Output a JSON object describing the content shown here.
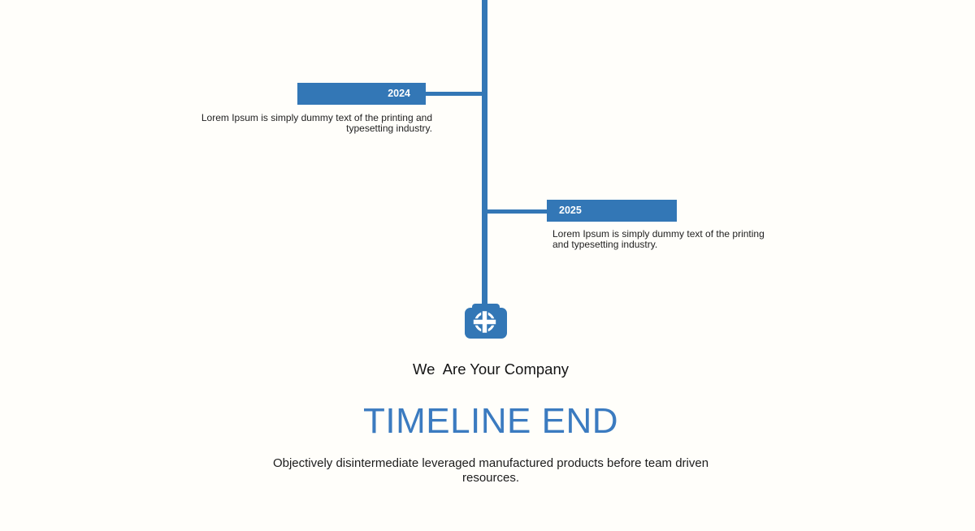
{
  "colors": {
    "accent_blue": "#3377b6",
    "title_blue": "#3b7bc0",
    "background": "#fffefa",
    "year_text": "#ffffff",
    "body_text": "#1f1f1f"
  },
  "timeline": {
    "events": [
      {
        "year": "2024",
        "side": "left",
        "desc_line1": "Lorem Ipsum is simply dummy text of the printing and",
        "desc_line2": "typesetting industry."
      },
      {
        "year": "2025",
        "side": "right",
        "desc_line1": "Lorem Ipsum is simply dummy text of the printing",
        "desc_line2": "and typesetting industry."
      }
    ],
    "end_icon": "first-aid-kit-icon"
  },
  "footer": {
    "tagline": "We  Are Your Company",
    "title": "TIMELINE END",
    "subtitle_line1": "Objectively disintermediate leveraged manufactured products before team driven",
    "subtitle_line2": "resources."
  }
}
